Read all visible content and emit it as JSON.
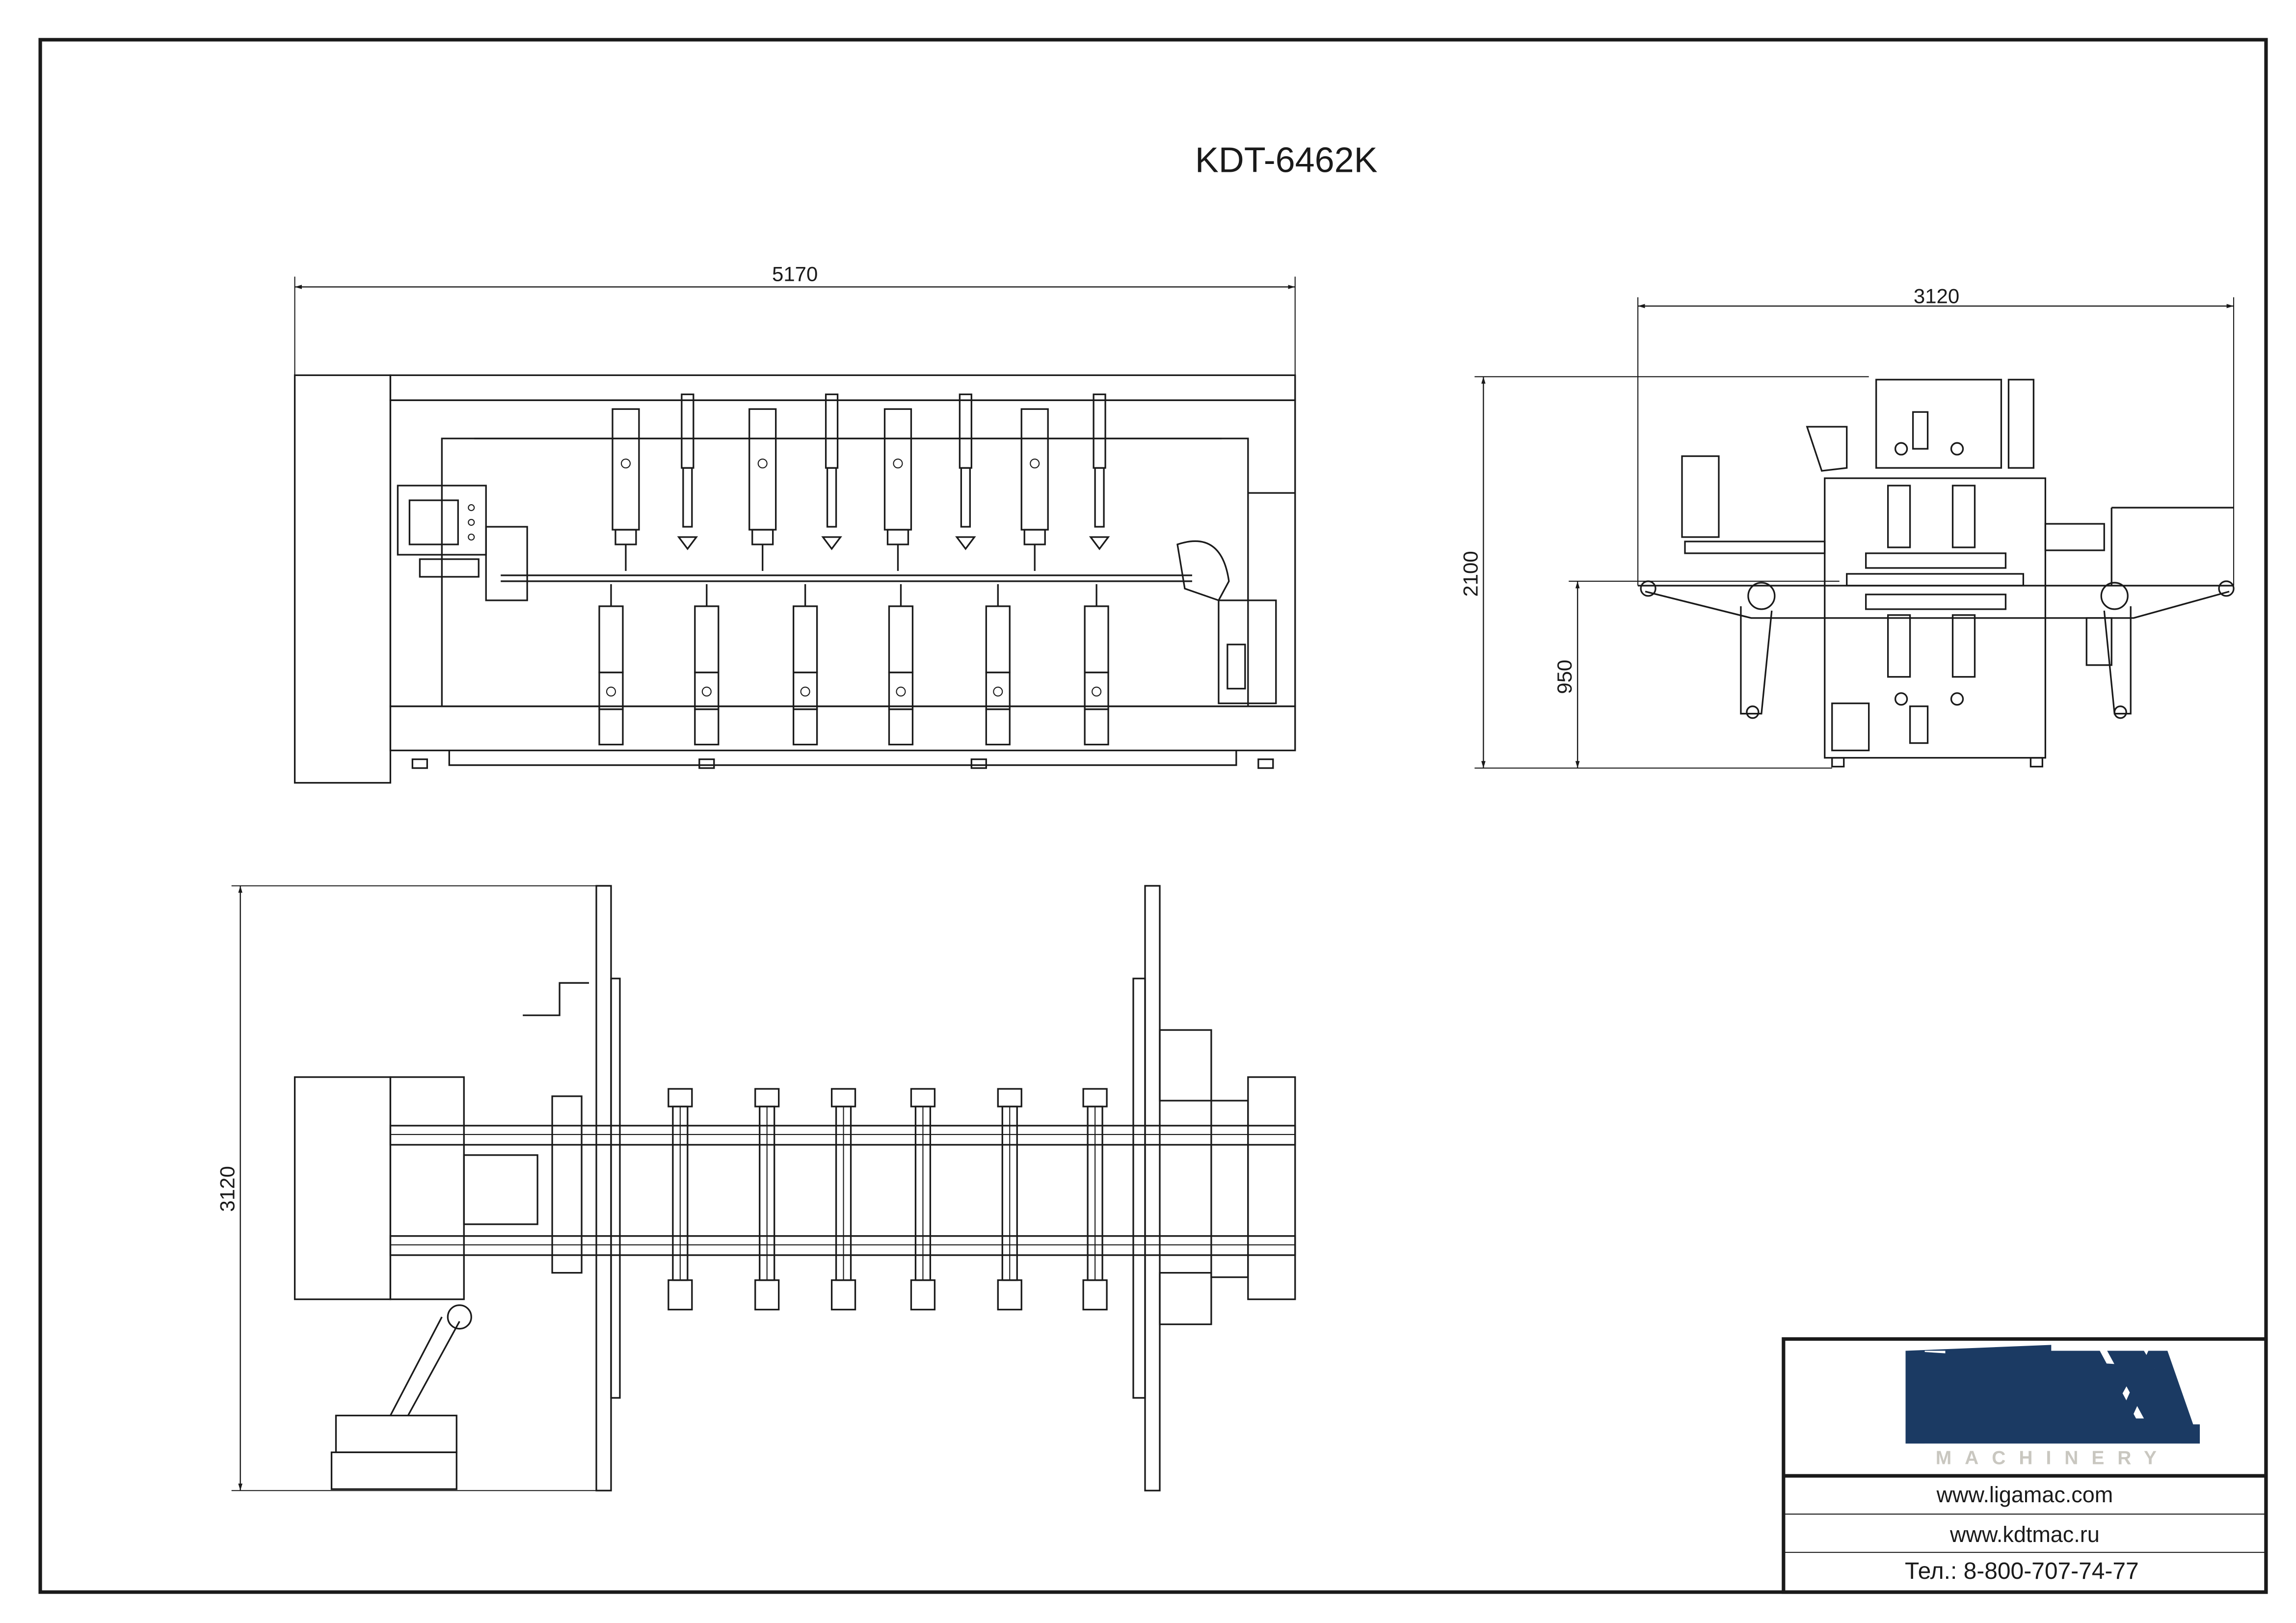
{
  "title": "KDT-6462K",
  "front_view": {
    "width_label": "5170",
    "upper_heads": 8,
    "lower_heads": 6
  },
  "side_view": {
    "width_label": "3120",
    "height_label": "2100",
    "table_height_label": "950"
  },
  "top_view": {
    "depth_label": "3120",
    "heads": 6
  },
  "title_block": {
    "logo_text": "LIGA",
    "logo_subtext": "MACHINERY",
    "website_1": "www.ligamac.com",
    "website_2": "www.kdtmac.ru",
    "phone": "Тел.: 8-800-707-74-77"
  },
  "colors": {
    "logo_blue": "#1b3a63",
    "logo_grey": "#c9c7c0",
    "line": "#1a1a1a"
  }
}
